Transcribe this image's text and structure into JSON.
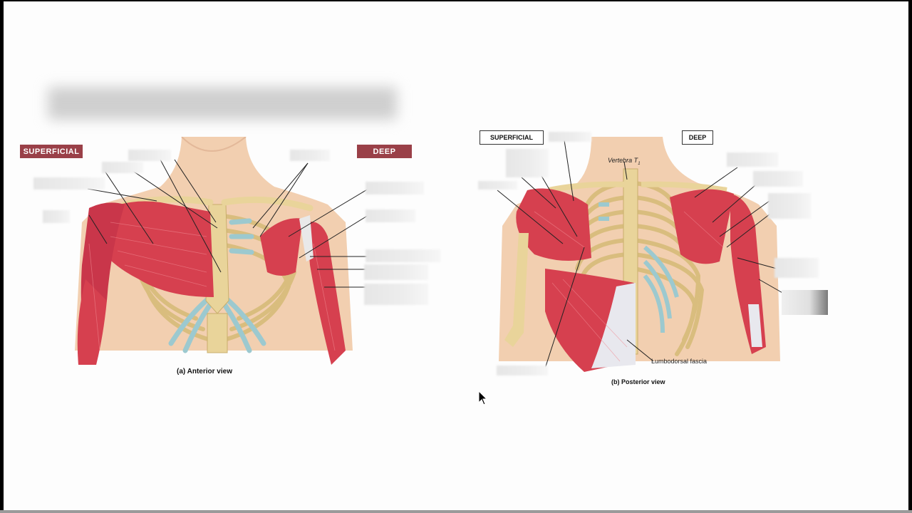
{
  "slide": {
    "title_redacted": true,
    "figures": [
      {
        "id": "anterior",
        "caption": "(a)  Anterior view",
        "badges": {
          "left": "SUPERFICIAL",
          "right": "DEEP"
        },
        "blank_label_count": 11
      },
      {
        "id": "posterior",
        "caption": "(b) Posterior view",
        "badges": {
          "left": "SUPERFICIAL",
          "right": "DEEP"
        },
        "annotations": [
          "Vertebra T1",
          "Lumbodorsal fascia"
        ],
        "blank_label_count": 11
      }
    ]
  },
  "labels": {
    "a_superficial": "SUPERFICIAL",
    "a_deep": "DEEP",
    "a_caption": "(a)  Anterior view",
    "b_superficial": "SUPERFICIAL",
    "b_deep": "DEEP",
    "b_caption": "(b) Posterior view",
    "b_vertebra": "Vertebra T",
    "b_vertebra_sub": "1",
    "b_fascia": "Lumbodorsal fascia"
  },
  "colors": {
    "badge_fill": "#9a4048",
    "muscle": "#d6404f",
    "bone": "#e9d49a",
    "cartilage": "#9cc9cf",
    "skin": "#f2cfb0"
  }
}
